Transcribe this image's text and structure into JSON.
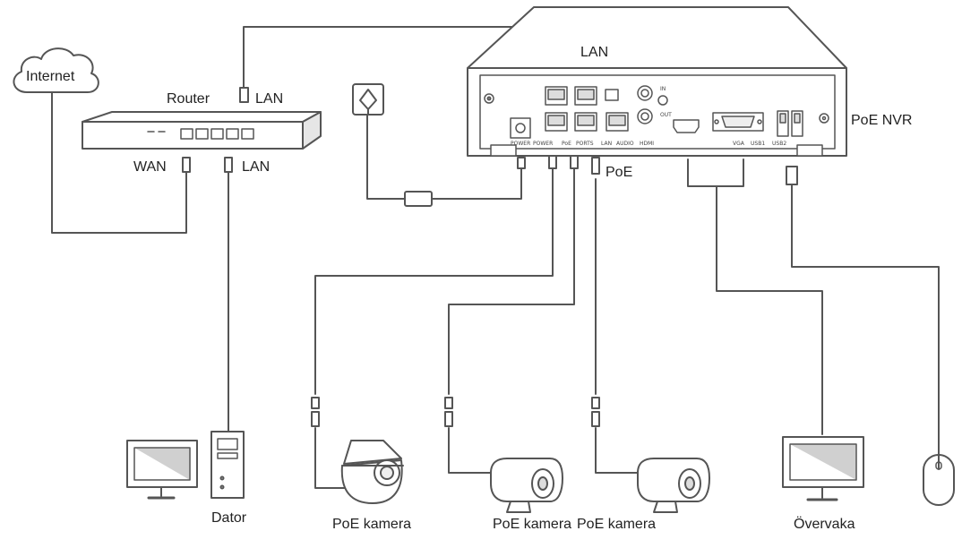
{
  "labels": {
    "internet": "Internet",
    "router": "Router",
    "router_lan_top": "LAN",
    "router_wan": "WAN",
    "router_lan_bottom": "LAN",
    "nvr_lan": "LAN",
    "nvr": "PoE NVR",
    "poe": "PoE",
    "computer": "Dator",
    "camera_dome": "PoE kamera",
    "camera_bullet_1": "PoE kamera",
    "camera_bullet_2": "PoE kamera",
    "monitor": "Övervaka"
  },
  "nvr_ports": {
    "power": "POWER",
    "poe_power": "POWER",
    "poe": "PoE",
    "ports": "PORTS",
    "lan": "LAN",
    "audio": "AUDIO",
    "hdmi": "HDMI",
    "vga": "VGA",
    "usb1": "USB1",
    "usb2": "USB2",
    "in": "IN",
    "out": "OUT"
  },
  "colors": {
    "line": "#555555",
    "device_fill": "#ffffff",
    "device_shade": "#d9d9d9",
    "screen_fill": "#cfcfcf"
  }
}
